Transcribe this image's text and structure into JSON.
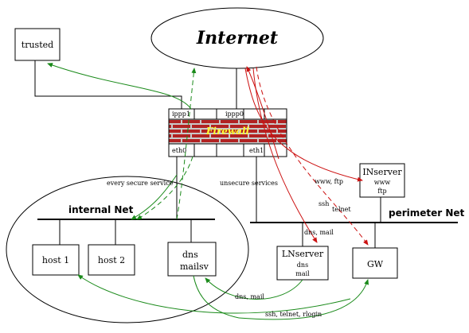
{
  "diagram": {
    "internet_label": "Internet",
    "firewall_label": "Firewall",
    "ports": {
      "ippp1": "ippp1",
      "ippp0": "ippp0",
      "eth0": "eth0",
      "eth1": "eth1"
    },
    "hosts": {
      "trusted": "trusted",
      "host1": "host 1",
      "host2": "host 2",
      "dns_line1": "dns",
      "dns_line2": "mailsv",
      "lnserver_title": "LNserver",
      "lnserver_line1": "dns",
      "lnserver_line2": "mail",
      "inserver_title": "INserver",
      "inserver_line1": "www",
      "inserver_line2": "ftp",
      "gw": "GW"
    },
    "networks": {
      "internal": "internal Net",
      "perimeter": "perimeter Net"
    },
    "annotations": {
      "secure": "every secure service",
      "unsecure": "unsecure services",
      "www_ftp": "www, ftp",
      "ssh_telnet_top": "ssh",
      "ssh_telnet_bottom": "telnet",
      "dns_mail_top": "dns, mail",
      "dns_mail_bottom": "dns, mail",
      "ssh_telnet_rlogin": "ssh, telnet, rlogin"
    },
    "colors": {
      "green": "#1a8a1a",
      "red": "#cc1111",
      "brick": "#b22222",
      "mortar": "#c8c8c8"
    }
  }
}
